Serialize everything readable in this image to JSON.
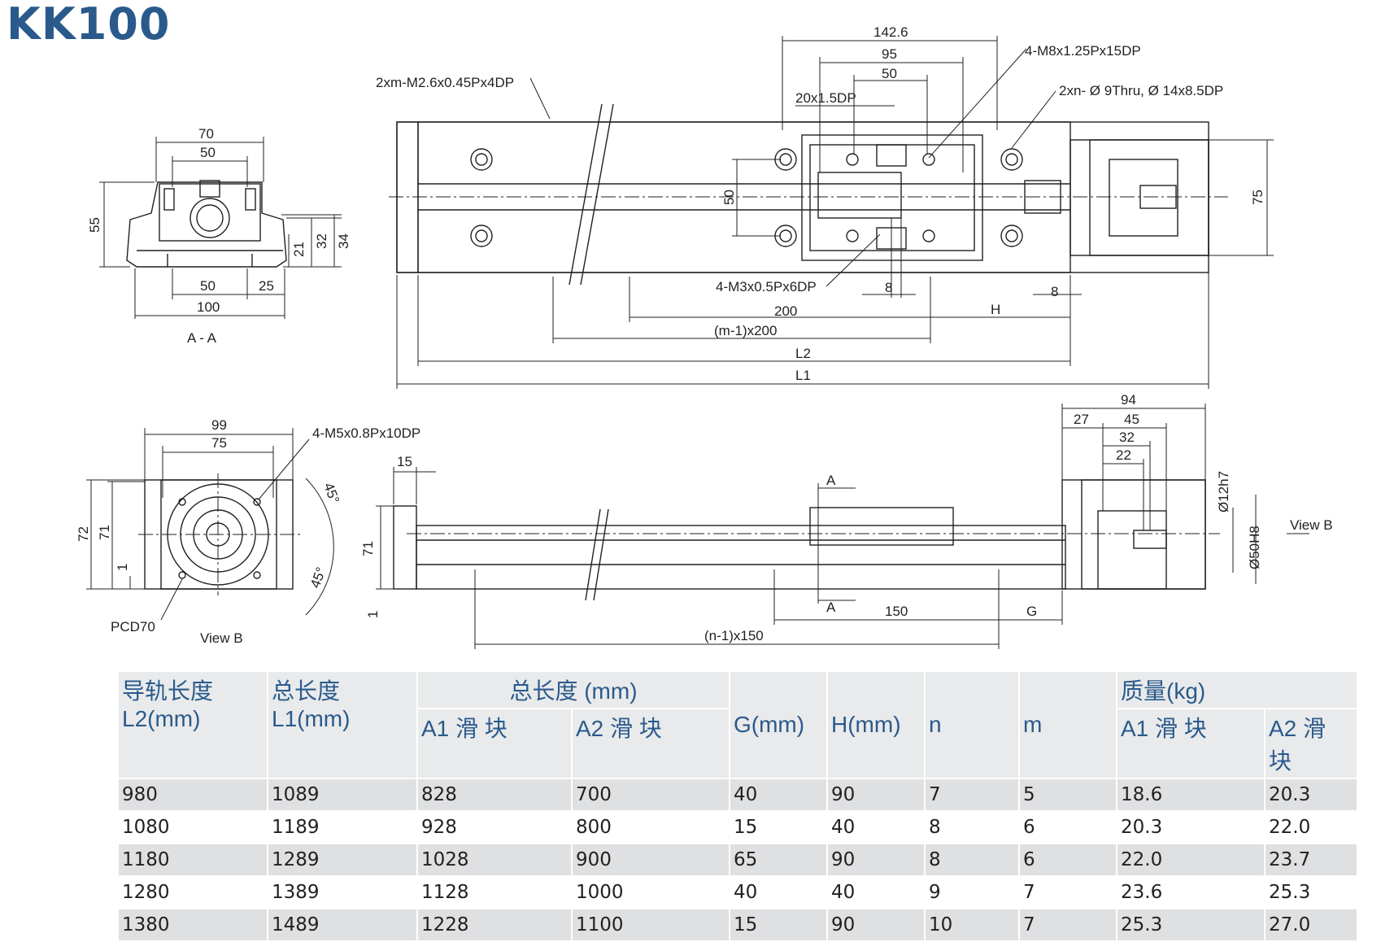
{
  "title": "KK100",
  "views": {
    "section": {
      "label": "A - A",
      "dims": [
        "70",
        "50",
        "55",
        "21",
        "32",
        "34",
        "50",
        "25",
        "100"
      ]
    },
    "top": {
      "dims": [
        "142.6",
        "95",
        "50",
        "20x1.5DP",
        "50",
        "75",
        "8",
        "8",
        "200",
        "H",
        "(m-1)x200",
        "L2",
        "L1"
      ],
      "callouts": [
        "2xm-M2.6x0.45Px4DP",
        "4-M8x1.25Px15DP",
        "2xn- Ø 9Thru,  Ø 14x8.5DP",
        "4-M3x0.5Px6DP"
      ]
    },
    "end": {
      "label": "View B",
      "dims": [
        "99",
        "75",
        "72",
        "71",
        "1",
        "45°",
        "45°"
      ],
      "callouts": [
        "4-M5x0.8Px10DP",
        "PCD70"
      ]
    },
    "side": {
      "dims": [
        "15",
        "71",
        "1",
        "A",
        "A",
        "150",
        "G",
        "(n-1)x150",
        "94",
        "27",
        "45",
        "32",
        "22",
        "Ø12h7",
        "Ø50H8"
      ],
      "view_b_label": "View B"
    }
  },
  "table": {
    "headers": {
      "rail_length": "导轨长度",
      "rail_length_unit": "L2(mm)",
      "total_length": "总长度",
      "total_length_unit": "L1(mm)",
      "total_length_mm": "总长度 (mm)",
      "a1_block": "A1 滑 块",
      "a2_block": "A2 滑 块",
      "g": "G(mm)",
      "h": "H(mm)",
      "n": "n",
      "m": "m",
      "mass": "质量(kg)",
      "mass_a1": "A1 滑 块",
      "mass_a2": "A2 滑 块"
    },
    "rows": [
      {
        "l2": "980",
        "l1": "1089",
        "a1": "828",
        "a2": "700",
        "g": "40",
        "h": "90",
        "n": "7",
        "m": "5",
        "mass_a1": "18.6",
        "mass_a2": "20.3"
      },
      {
        "l2": "1080",
        "l1": "1189",
        "a1": "928",
        "a2": "800",
        "g": "15",
        "h": "40",
        "n": "8",
        "m": "6",
        "mass_a1": "20.3",
        "mass_a2": "22.0"
      },
      {
        "l2": "1180",
        "l1": "1289",
        "a1": "1028",
        "a2": "900",
        "g": "65",
        "h": "90",
        "n": "8",
        "m": "6",
        "mass_a1": "22.0",
        "mass_a2": "23.7"
      },
      {
        "l2": "1280",
        "l1": "1389",
        "a1": "1128",
        "a2": "1000",
        "g": "40",
        "h": "40",
        "n": "9",
        "m": "7",
        "mass_a1": "23.6",
        "mass_a2": "25.3"
      },
      {
        "l2": "1380",
        "l1": "1489",
        "a1": "1228",
        "a2": "1100",
        "g": "15",
        "h": "90",
        "n": "10",
        "m": "7",
        "mass_a1": "25.3",
        "mass_a2": "27.0"
      }
    ]
  }
}
